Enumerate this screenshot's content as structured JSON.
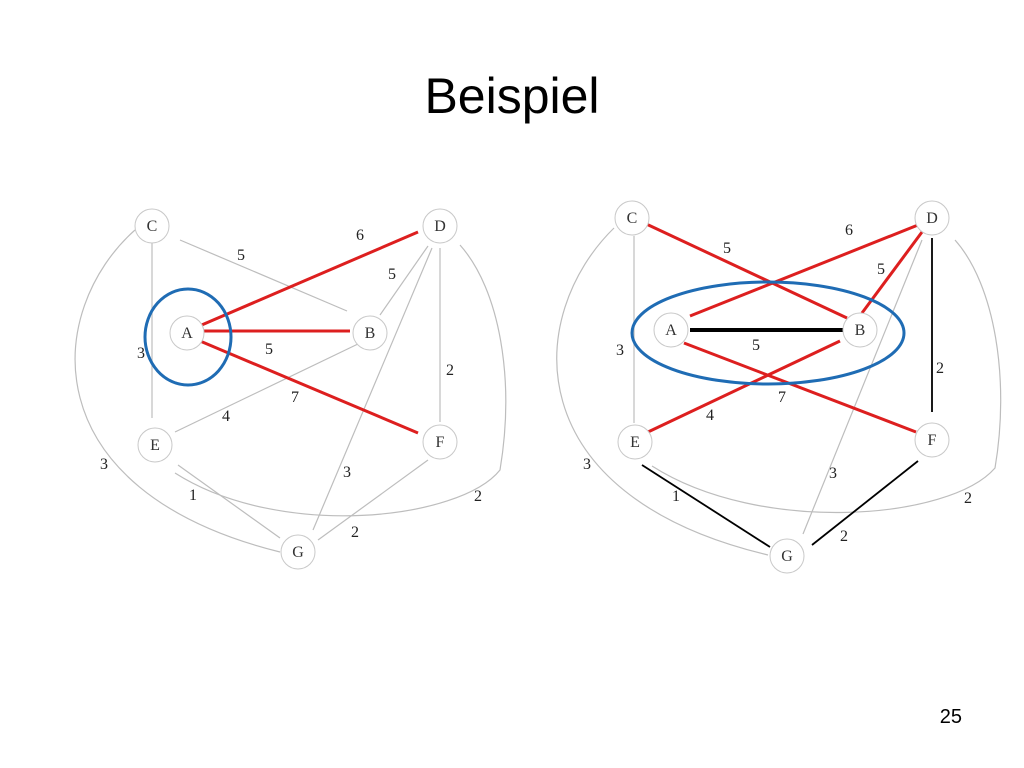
{
  "slide": {
    "title": "Beispiel",
    "page_number": "25"
  },
  "colors": {
    "red_edge": "#dd1f1f",
    "gray_edge": "#bdbdbd",
    "black_edge": "#000000",
    "blue_region": "#1f6cb4"
  },
  "left_graph": {
    "nodes": {
      "A": "A",
      "B": "B",
      "C": "C",
      "D": "D",
      "E": "E",
      "F": "F",
      "G": "G"
    },
    "weights": {
      "A_D": "6",
      "C_B": "5",
      "D_B": "5",
      "A_B": "5",
      "A_C": "3",
      "D_F": "2",
      "A_F": "7",
      "B_E": "4",
      "C_G": "3",
      "E_G": "1",
      "D_G": "3",
      "F_G": "2",
      "E_D": "2"
    }
  },
  "right_graph": {
    "nodes": {
      "A": "A",
      "B": "B",
      "C": "C",
      "D": "D",
      "E": "E",
      "F": "F",
      "G": "G"
    },
    "weights": {
      "A_D": "6",
      "C_B": "5",
      "D_B": "5",
      "A_B": "5",
      "A_C": "3",
      "D_F": "2",
      "A_F": "7",
      "B_E": "4",
      "C_G": "3",
      "E_G": "1",
      "D_G": "3",
      "F_G": "2",
      "E_D": "2"
    }
  }
}
